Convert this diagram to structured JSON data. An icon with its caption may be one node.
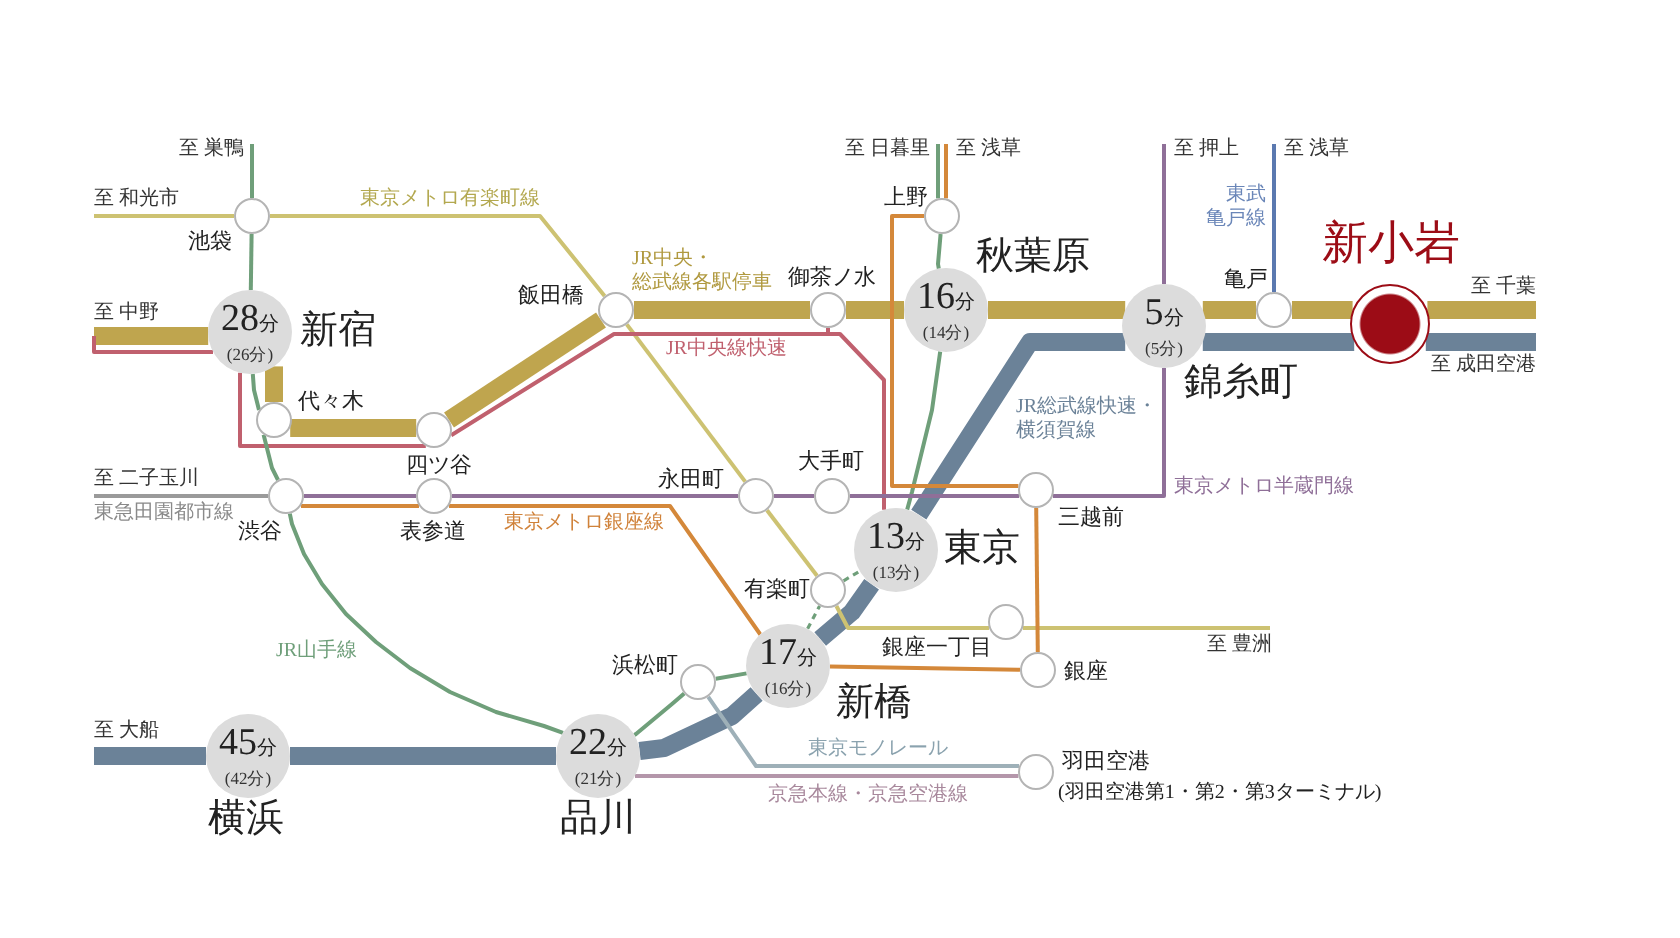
{
  "diagram": {
    "nodes": [
      {
        "text": [
          "至 巣鴨"
        ]
      },
      {
        "text": [
          "至 日暮里"
        ]
      },
      {
        "text": [
          "至 浅草"
        ]
      },
      {
        "text": [
          "至 押上"
        ]
      },
      {
        "text": [
          "至 浅草"
        ]
      },
      {
        "text": [
          "至 和光市"
        ]
      },
      {
        "text": [
          "池袋"
        ]
      },
      {
        "text": [
          "上野"
        ]
      },
      {
        "text": [
          "飯田橋"
        ]
      },
      {
        "text": [
          "御茶ノ水"
        ]
      },
      {
        "text": [
          "16分",
          "(14分)",
          "秋葉原"
        ]
      },
      {
        "text": [
          "亀戸"
        ]
      },
      {
        "text": [
          "新小岩"
        ]
      },
      {
        "text": [
          "至 中野"
        ]
      },
      {
        "text": [
          "28分",
          "(26分)",
          "新宿"
        ]
      },
      {
        "text": [
          "5分",
          "(5分)",
          "錦糸町"
        ]
      },
      {
        "text": [
          "至 千葉"
        ]
      },
      {
        "text": [
          "至 成田空港"
        ]
      },
      {
        "text": [
          "代々木"
        ]
      },
      {
        "text": [
          "四ツ谷"
        ]
      },
      {
        "text": [
          "至 二子玉川"
        ]
      },
      {
        "text": [
          "渋谷"
        ]
      },
      {
        "text": [
          "表参道"
        ]
      },
      {
        "text": [
          "永田町"
        ]
      },
      {
        "text": [
          "大手町"
        ]
      },
      {
        "text": [
          "三越前"
        ]
      },
      {
        "text": [
          "13分",
          "(13分)",
          "東京"
        ]
      },
      {
        "text": [
          "有楽町"
        ]
      },
      {
        "text": [
          "銀座一丁目"
        ]
      },
      {
        "text": [
          "銀座"
        ]
      },
      {
        "text": [
          "至 豊洲"
        ]
      },
      {
        "text": [
          "17分",
          "(16分)",
          "新橋"
        ]
      },
      {
        "text": [
          "浜松町"
        ]
      },
      {
        "text": [
          "至 大船"
        ]
      },
      {
        "text": [
          "45分",
          "(42分)",
          "横浜"
        ]
      },
      {
        "text": [
          "22分",
          "(21分)",
          "品川"
        ]
      },
      {
        "text": [
          "羽田空港",
          "(羽田空港第1・第2・第3ターミナル)"
        ]
      }
    ],
    "edges": [
      {
        "from": 5,
        "to": 6,
        "arrow": "none",
        "color": "#cdc272"
      },
      {
        "from": 6,
        "to": 8,
        "arrow": "none",
        "color": "#cdc272"
      },
      {
        "from": 8,
        "to": 23,
        "arrow": "none",
        "color": "#cdc272"
      },
      {
        "from": 23,
        "to": 27,
        "arrow": "none",
        "color": "#cdc272"
      },
      {
        "from": 27,
        "to": 28,
        "arrow": "none",
        "color": "#cdc272"
      },
      {
        "from": 28,
        "to": 30,
        "arrow": "none",
        "color": "#cdc272"
      },
      {
        "from": 13,
        "to": 14,
        "arrow": "none",
        "style": "thick",
        "color": "#bfa54e"
      },
      {
        "from": 14,
        "to": 18,
        "arrow": "none",
        "style": "thick",
        "color": "#bfa54e"
      },
      {
        "from": 18,
        "to": 19,
        "arrow": "none",
        "style": "thick",
        "color": "#bfa54e"
      },
      {
        "from": 19,
        "to": 8,
        "arrow": "none",
        "style": "thick",
        "color": "#bfa54e"
      },
      {
        "from": 8,
        "to": 9,
        "arrow": "none",
        "style": "thick",
        "color": "#bfa54e"
      },
      {
        "from": 9,
        "to": 10,
        "arrow": "none",
        "style": "thick",
        "color": "#bfa54e"
      },
      {
        "from": 10,
        "to": 15,
        "arrow": "none",
        "style": "thick",
        "color": "#bfa54e"
      },
      {
        "from": 15,
        "to": 11,
        "arrow": "none",
        "style": "thick",
        "color": "#bfa54e"
      },
      {
        "from": 11,
        "to": 12,
        "arrow": "none",
        "style": "thick",
        "color": "#bfa54e"
      },
      {
        "from": 12,
        "to": 16,
        "arrow": "none",
        "style": "thick",
        "color": "#bfa54e"
      },
      {
        "from": 13,
        "to": 14,
        "arrow": "none",
        "color": "#c0606e"
      },
      {
        "from": 14,
        "to": 19,
        "arrow": "none",
        "color": "#c0606e"
      },
      {
        "from": 19,
        "to": 9,
        "arrow": "none",
        "color": "#c0606e"
      },
      {
        "from": 9,
        "to": 26,
        "arrow": "none",
        "color": "#c0606e"
      },
      {
        "from": 0,
        "to": 6,
        "arrow": "none",
        "color": "#6f9f7a"
      },
      {
        "from": 6,
        "to": 14,
        "arrow": "none",
        "color": "#6f9f7a"
      },
      {
        "from": 14,
        "to": 18,
        "arrow": "none",
        "color": "#6f9f7a"
      },
      {
        "from": 18,
        "to": 21,
        "arrow": "none",
        "color": "#6f9f7a"
      },
      {
        "from": 21,
        "to": 35,
        "arrow": "none",
        "color": "#6f9f7a"
      },
      {
        "from": 35,
        "to": 32,
        "arrow": "none",
        "color": "#6f9f7a"
      },
      {
        "from": 32,
        "to": 31,
        "arrow": "none",
        "color": "#6f9f7a"
      },
      {
        "from": 31,
        "to": 27,
        "arrow": "none",
        "style": "dashed",
        "color": "#6f9f7a"
      },
      {
        "from": 27,
        "to": 26,
        "arrow": "none",
        "style": "dashed",
        "color": "#6f9f7a"
      },
      {
        "from": 26,
        "to": 10,
        "arrow": "none",
        "color": "#6f9f7a"
      },
      {
        "from": 10,
        "to": 7,
        "arrow": "none",
        "color": "#6f9f7a"
      },
      {
        "from": 7,
        "to": 1,
        "arrow": "none",
        "color": "#6f9f7a"
      },
      {
        "from": 33,
        "to": 34,
        "arrow": "none",
        "style": "thick",
        "color": "#6b8298"
      },
      {
        "from": 34,
        "to": 35,
        "arrow": "none",
        "style": "thick",
        "color": "#6b8298"
      },
      {
        "from": 35,
        "to": 31,
        "arrow": "none",
        "style": "thick",
        "color": "#6b8298"
      },
      {
        "from": 31,
        "to": 26,
        "arrow": "none",
        "style": "thick",
        "color": "#6b8298"
      },
      {
        "from": 26,
        "to": 15,
        "arrow": "none",
        "style": "thick",
        "color": "#6b8298"
      },
      {
        "from": 15,
        "to": 12,
        "arrow": "none",
        "style": "thick",
        "color": "#6b8298"
      },
      {
        "from": 12,
        "to": 17,
        "arrow": "none",
        "style": "thick",
        "color": "#6b8298"
      },
      {
        "from": 3,
        "to": 15,
        "arrow": "none",
        "color": "#8f6f98"
      },
      {
        "from": 15,
        "to": 25,
        "arrow": "none",
        "color": "#8f6f98"
      },
      {
        "from": 25,
        "to": 24,
        "arrow": "none",
        "color": "#8f6f98"
      },
      {
        "from": 24,
        "to": 23,
        "arrow": "none",
        "color": "#8f6f98"
      },
      {
        "from": 23,
        "to": 22,
        "arrow": "none",
        "color": "#8f6f98"
      },
      {
        "from": 22,
        "to": 21,
        "arrow": "none",
        "color": "#8f6f98"
      },
      {
        "from": 21,
        "to": 20,
        "arrow": "none",
        "color": "#9a9a9a"
      },
      {
        "from": 2,
        "to": 7,
        "arrow": "none",
        "color": "#d4883a"
      },
      {
        "from": 7,
        "to": 25,
        "arrow": "none",
        "color": "#d4883a"
      },
      {
        "from": 25,
        "to": 29,
        "arrow": "none",
        "color": "#d4883a"
      },
      {
        "from": 29,
        "to": 31,
        "arrow": "none",
        "color": "#d4883a"
      },
      {
        "from": 31,
        "to": 22,
        "arrow": "none",
        "color": "#d4883a"
      },
      {
        "from": 22,
        "to": 21,
        "arrow": "none",
        "color": "#d4883a"
      },
      {
        "from": 4,
        "to": 11,
        "arrow": "none",
        "color": "#5b79b0"
      },
      {
        "from": 32,
        "to": 36,
        "arrow": "none",
        "color": "#9eb0b8"
      },
      {
        "from": 35,
        "to": 36,
        "arrow": "none",
        "color": "#b496aa"
      }
    ],
    "labels": [
      "東京メトロ有楽町線",
      "東武亀戸線",
      "JR中央・総武線各駅停車",
      "JR中央線快速",
      "JR総武線快速・横須賀線",
      "東京メトロ半蔵門線",
      "東急田園都市線",
      "東京メトロ銀座線",
      "JR山手線",
      "東京モノレール",
      "京急本線・京急空港線"
    ]
  }
}
